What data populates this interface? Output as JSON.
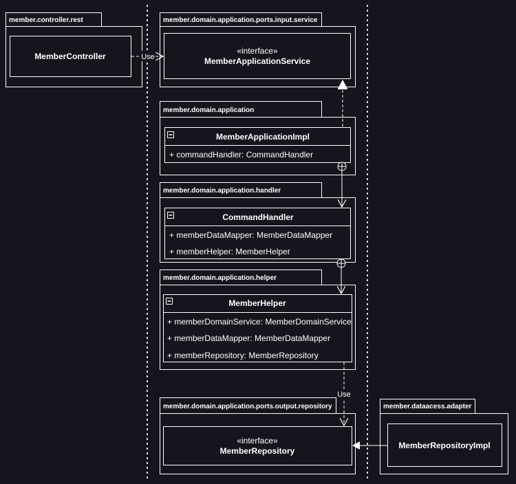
{
  "diagram": {
    "background": "#18141d",
    "line_color": "#ffffff",
    "packages": {
      "controller_rest": "member.controller.rest",
      "input_service": "member.domain.application.ports.input.service",
      "application": "member.domain.application",
      "handler": "member.domain.application.handler",
      "helper": "member.domain.application.helper",
      "output_repository": "member.domain.application.ports.output.repository",
      "dataaccess_adapter": "member.dataacess.adapter"
    },
    "classes": {
      "member_controller": {
        "name": "MemberController"
      },
      "member_application_service": {
        "stereotype": "«interface»",
        "name": "MemberApplicationService"
      },
      "member_application_impl": {
        "name": "MemberApplicationImpl",
        "attributes": [
          "+ commandHandler: CommandHandler"
        ]
      },
      "command_handler": {
        "name": "CommandHandler",
        "attributes": [
          "+ memberDataMapper: MemberDataMapper",
          "+ memberHelper: MemberHelper"
        ]
      },
      "member_helper": {
        "name": "MemberHelper",
        "attributes": [
          "+ memberDomainService: MemberDomainService",
          "+ memberDataMapper: MemberDataMapper",
          "+ memberRepository: MemberRepository"
        ]
      },
      "member_repository": {
        "stereotype": "«interface»",
        "name": "MemberRepository"
      },
      "member_repository_impl": {
        "name": "MemberRepositoryImpl"
      }
    },
    "edge_labels": {
      "controller_use": "Use",
      "helper_use": "Use"
    },
    "icons": {
      "collapse": "collapse-icon",
      "nested": "circle-plus-icon"
    }
  }
}
